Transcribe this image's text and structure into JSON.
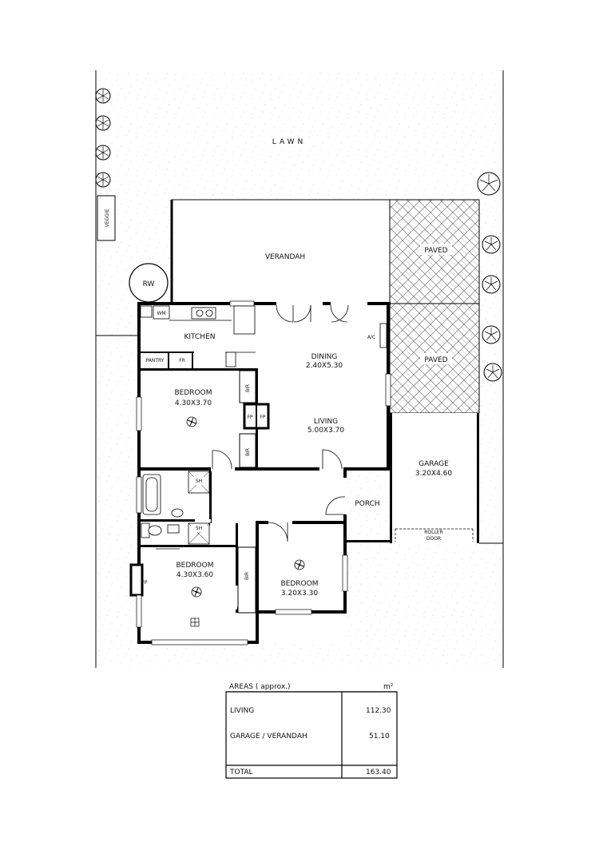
{
  "site": {
    "lawn": "LAWN",
    "veggie": "VEGGIE",
    "rw": "RW"
  },
  "rooms": {
    "verandah": "VERANDAH",
    "paved_1": "PAVED",
    "paved_2": "PAVED",
    "kitchen": "KITCHEN",
    "wm": "WM",
    "pantry": "PANTRY",
    "fr": "FR",
    "ac": "A/C",
    "dining": {
      "name": "DINING",
      "size": "2.40X5.30"
    },
    "living": {
      "name": "LIVING",
      "size": "5.00X3.70"
    },
    "bedroom_1": {
      "name": "BEDROOM",
      "size": "4.30X3.70"
    },
    "bedroom_2": {
      "name": "BEDROOM",
      "size": "4.30X3.60"
    },
    "bedroom_3": {
      "name": "BEDROOM",
      "size": "3.20X3.30"
    },
    "garage": {
      "name": "GARAGE",
      "size": "3.20X4.60"
    },
    "roller_door": [
      "ROLLER",
      "DOOR"
    ],
    "porch": "PORCH",
    "bir_1": "BIR",
    "bir_2": "BIR",
    "bir_3": "BIR",
    "fp_1": "FP",
    "fp_2": "FP",
    "fp_3": "FP",
    "sh_1": "SH",
    "sh_2": "SH"
  },
  "areas_table": {
    "title": "AREAS ( approx.)",
    "unit": "m²",
    "rows": [
      {
        "label": "LIVING",
        "value": "112.30"
      },
      {
        "label": "GARAGE / VERANDAH",
        "value": "51.10"
      }
    ],
    "total": {
      "label": "TOTAL",
      "value": "163.40"
    }
  }
}
